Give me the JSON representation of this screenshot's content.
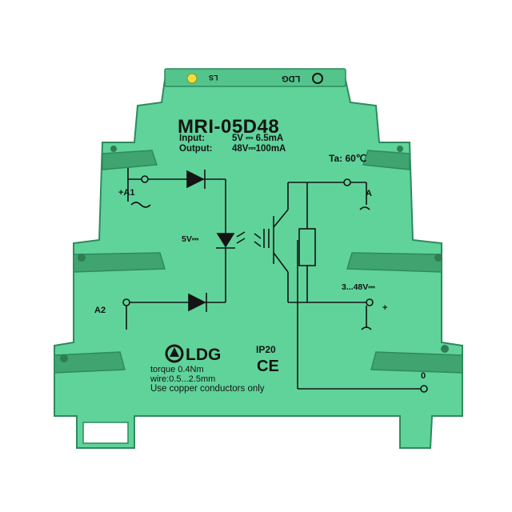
{
  "product": {
    "model": "MRI-05D48",
    "input_label": "Input:",
    "input_value": "5V ⎓ 6.5mA",
    "output_label": "Output:",
    "output_value": "48V⎓100mA",
    "ambient_temp": "Ta: 60℃",
    "terminal_a1": "+A1",
    "terminal_a2": "A2",
    "led_voltage": "5V⎓",
    "terminal_a": "A",
    "load_voltage": "3...48V⎓",
    "terminal_plus": "+",
    "terminal_zero": "0",
    "brand": "LDG",
    "ip_rating": "IP20",
    "ce_mark": "CE",
    "torque": "torque 0.4Nm",
    "wire": "wire:0.5...2.5mm",
    "copper_note": "Use copper conductors only",
    "top_logo": "LDG",
    "top_code": "LS"
  },
  "colors": {
    "housing": "#5fd39a",
    "housing_shade": "#45b47d",
    "outline": "#2e8a5c",
    "print": "#141414",
    "led": "#e8e040"
  }
}
